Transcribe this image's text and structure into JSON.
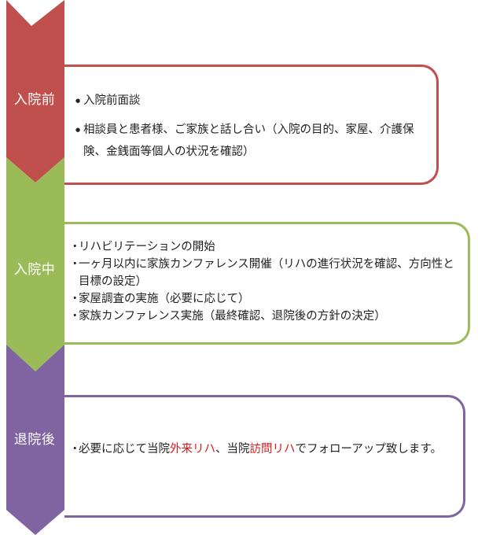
{
  "diagram": {
    "stages": [
      {
        "label": "入院前",
        "color": "#c0504d",
        "items": [
          "入院前面談",
          "相談員と患者様、ご家族と話し合い（入院の目的、家屋、介護保険、金銭面等個人の状況を確認）"
        ]
      },
      {
        "label": "入院中",
        "color": "#9bbb59",
        "items": [
          "リハビリテーションの開始",
          "一ヶ月以内に家族カンファレンス開催（リハの進行状況を確認、方向性と目標の設定）",
          "家屋調査の実施（必要に応じて）",
          "家族カンファレンス実施（最終確認、退院後の方針の決定）"
        ]
      },
      {
        "label": "退院後",
        "color": "#8064a2",
        "followup": {
          "text_1": "必要に応じて当院",
          "highlight_1": "外来リハ",
          "text_2": "、当院",
          "highlight_2": "訪問リハ",
          "text_3": "でフォローアップ致します。",
          "highlight_color": "#e0161b"
        }
      }
    ]
  }
}
